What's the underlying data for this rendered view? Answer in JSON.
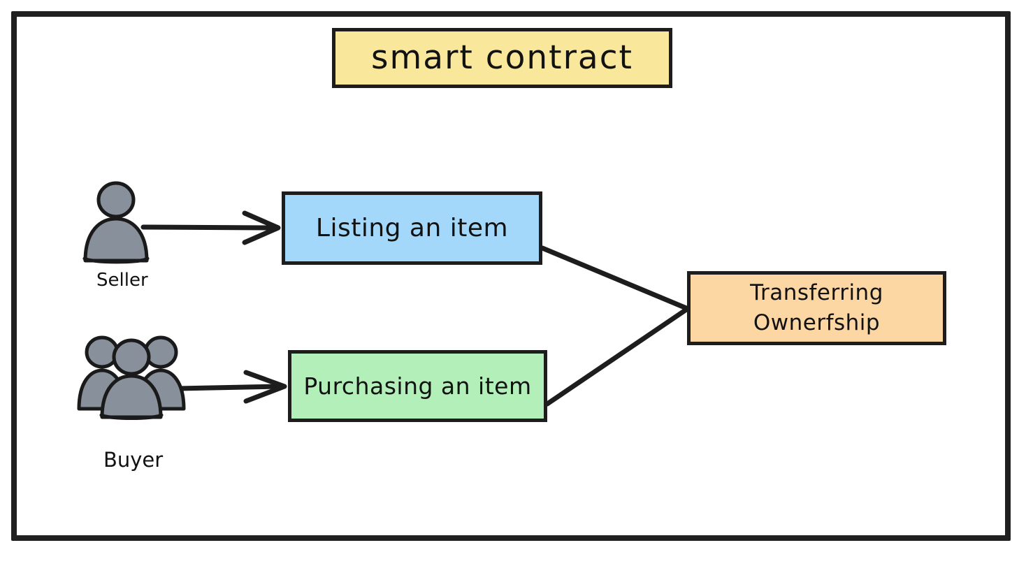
{
  "diagram": {
    "title": "smart contract",
    "frame_color": "#202020",
    "background": "#ffffff",
    "nodes": [
      {
        "id": "title",
        "label": "smart contract",
        "fill": "#f9e79b",
        "border": "#1d1d1d"
      },
      {
        "id": "listing",
        "label": "Listing an item",
        "fill": "#a3d8fb",
        "border": "#1d1d1d"
      },
      {
        "id": "purchasing",
        "label": "Purchasing an item",
        "fill": "#b3efb8",
        "border": "#1d1d1d"
      },
      {
        "id": "transfer",
        "label_line1": "Transferring",
        "label_line2": "Ownerfship",
        "fill": "#fcd6a3",
        "border": "#1d1d1d"
      }
    ],
    "actors": [
      {
        "id": "seller",
        "label": "Seller",
        "icon": "single-person-icon",
        "fill": "#88919b",
        "outline": "#1a1a1a"
      },
      {
        "id": "buyer",
        "label": "Buyer",
        "icon": "group-of-people-icon",
        "fill": "#88919b",
        "outline": "#1a1a1a"
      }
    ],
    "edges": [
      {
        "id": "seller-to-listing",
        "from": "seller",
        "to": "listing",
        "arrowhead": true
      },
      {
        "id": "buyer-to-purchasing",
        "from": "buyer",
        "to": "purchasing",
        "arrowhead": true
      },
      {
        "id": "listing-to-transfer",
        "from": "listing",
        "to": "transfer",
        "arrowhead": false
      },
      {
        "id": "purchasing-to-transfer",
        "from": "purchasing",
        "to": "transfer",
        "arrowhead": false
      }
    ]
  }
}
